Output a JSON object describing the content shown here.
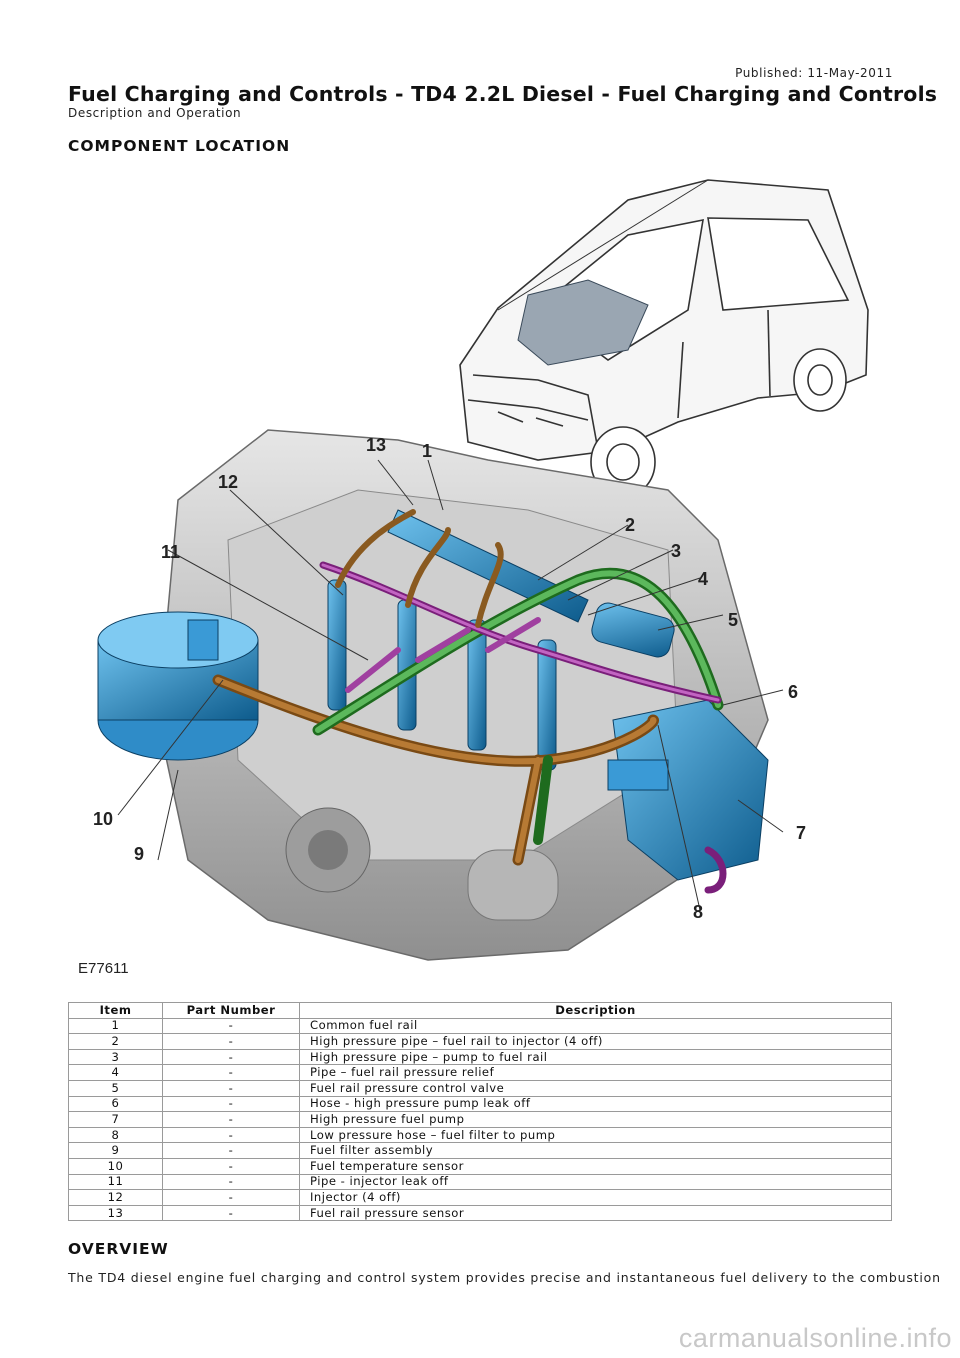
{
  "header": {
    "published": "Published: 11-May-2011",
    "title": "Fuel Charging and Controls - TD4 2.2L Diesel - Fuel Charging and Controls",
    "subtitle": "Description and Operation"
  },
  "sections": {
    "component_location": "COMPONENT LOCATION",
    "overview": "OVERVIEW"
  },
  "figure": {
    "id": "E77611",
    "callouts": [
      "1",
      "2",
      "3",
      "4",
      "5",
      "6",
      "7",
      "8",
      "9",
      "10",
      "11",
      "12",
      "13"
    ]
  },
  "table": {
    "headers": [
      "Item",
      "Part Number",
      "Description"
    ],
    "rows": [
      [
        "1",
        "-",
        "Common fuel rail"
      ],
      [
        "2",
        "-",
        "High pressure pipe – fuel rail to injector (4 off)"
      ],
      [
        "3",
        "-",
        "High pressure pipe – pump to fuel rail"
      ],
      [
        "4",
        "-",
        "Pipe – fuel rail pressure relief"
      ],
      [
        "5",
        "-",
        "Fuel rail pressure control valve"
      ],
      [
        "6",
        "-",
        "Hose - high pressure pump leak off"
      ],
      [
        "7",
        "-",
        "High pressure fuel pump"
      ],
      [
        "8",
        "-",
        "Low pressure hose – fuel filter to pump"
      ],
      [
        "9",
        "-",
        "Fuel filter assembly"
      ],
      [
        "10",
        "-",
        "Fuel temperature sensor"
      ],
      [
        "11",
        "-",
        "Pipe - injector leak off"
      ],
      [
        "12",
        "-",
        "Injector (4 off)"
      ],
      [
        "13",
        "-",
        "Fuel rail pressure sensor"
      ]
    ]
  },
  "overview_text": "The TD4 diesel engine fuel charging and control system provides precise and instantaneous fuel delivery to the combustion",
  "watermark": "carmanualsonline.info"
}
